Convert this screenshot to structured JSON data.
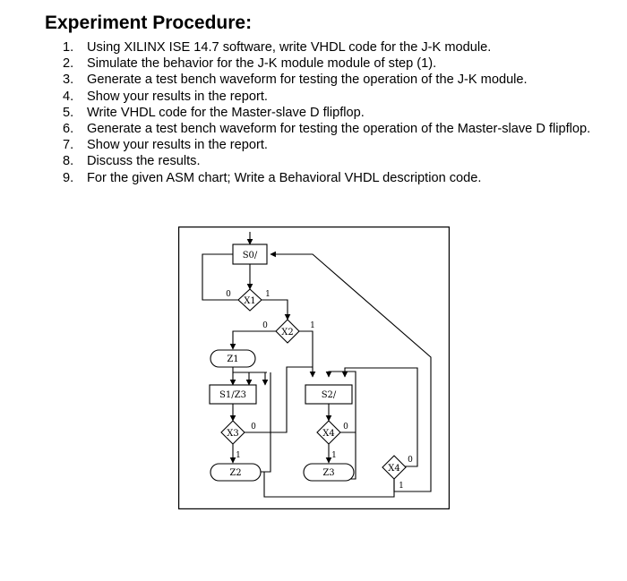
{
  "heading": "Experiment Procedure:",
  "steps": [
    {
      "num": "1.",
      "text": "Using XILINX ISE 14.7 software, write VHDL code for the J-K module."
    },
    {
      "num": "2.",
      "text": "Simulate the behavior for the J-K module module of step (1)."
    },
    {
      "num": "3.",
      "text": "Generate a test bench waveform for testing the operation of the J-K module."
    },
    {
      "num": "4.",
      "text": "Show your results in the report."
    },
    {
      "num": "5.",
      "text": "Write VHDL code for the Master-slave D flipflop."
    },
    {
      "num": "6.",
      "text": "Generate a test bench waveform for testing the operation of the Master-slave D flipflop."
    },
    {
      "num": "7.",
      "text": "Show your results in the report."
    },
    {
      "num": "8.",
      "text": "Discuss the results."
    },
    {
      "num": "9.",
      "text": "For the given ASM chart; Write a Behavioral VHDL description code."
    }
  ],
  "asm_chart": {
    "states": {
      "s0": "S0/",
      "s1": "S1/Z3",
      "s2": "S2/"
    },
    "decisions": {
      "x1": "X1",
      "x2": "X2",
      "x3": "X3",
      "x4a": "X4",
      "x4b": "X4"
    },
    "outputs": {
      "z1": "Z1",
      "z2": "Z2",
      "z3": "Z3"
    },
    "branch_labels": {
      "zero": "0",
      "one": "1"
    }
  }
}
